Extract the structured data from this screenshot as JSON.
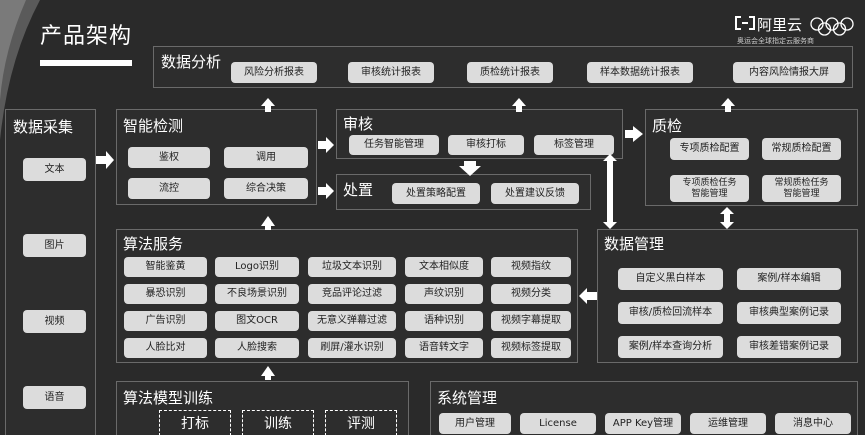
{
  "header": {
    "title": "产品架构"
  },
  "logo": {
    "brand": "阿里云",
    "symbol": "[-]",
    "tagline": "奥运会全球指定云服务商"
  },
  "data_analysis": {
    "title": "数据分析",
    "items": [
      "风险分析报表",
      "审核统计报表",
      "质检统计报表",
      "样本数据统计报表",
      "内容风险情报大屏"
    ]
  },
  "data_collection": {
    "title": "数据采集",
    "items": [
      "文本",
      "图片",
      "视频",
      "语音"
    ]
  },
  "smart_detection": {
    "title": "智能检测",
    "items": [
      "鉴权",
      "调用",
      "流控",
      "综合决策"
    ]
  },
  "review": {
    "title": "审核",
    "items": [
      "任务智能管理",
      "审核打标",
      "标签管理"
    ]
  },
  "handling": {
    "title": "处置",
    "items": [
      "处置策略配置",
      "处置建议反馈"
    ]
  },
  "quality_check": {
    "title": "质检",
    "items": [
      "专项质检配置",
      "常规质检配置",
      "专项质检任务\n智能管理",
      "常规质检任务\n智能管理"
    ]
  },
  "algorithm_service": {
    "title": "算法服务",
    "items": [
      "智能鉴黄",
      "Logo识别",
      "垃圾文本识别",
      "文本相似度",
      "视频指纹",
      "暴恐识别",
      "不良场景识别",
      "竞品评论过滤",
      "声纹识别",
      "视频分类",
      "广告识别",
      "图文OCR",
      "无意义弹幕过滤",
      "语种识别",
      "视频字幕提取",
      "人脸比对",
      "人脸搜索",
      "刷屏/灌水识别",
      "语音转文字",
      "视频标签提取"
    ]
  },
  "data_management": {
    "title": "数据管理",
    "items": [
      "自定义黑白样本",
      "案例/样本编辑",
      "审核/质检回流样本",
      "审核典型案例记录",
      "案例/样本查询分析",
      "审核差错案例记录"
    ]
  },
  "model_training": {
    "title": "算法模型训练",
    "items": [
      "打标",
      "训练",
      "评测"
    ]
  },
  "system_management": {
    "title": "系统管理",
    "items": [
      "用户管理",
      "License",
      "APP Key管理",
      "运维管理",
      "消息中心"
    ]
  }
}
